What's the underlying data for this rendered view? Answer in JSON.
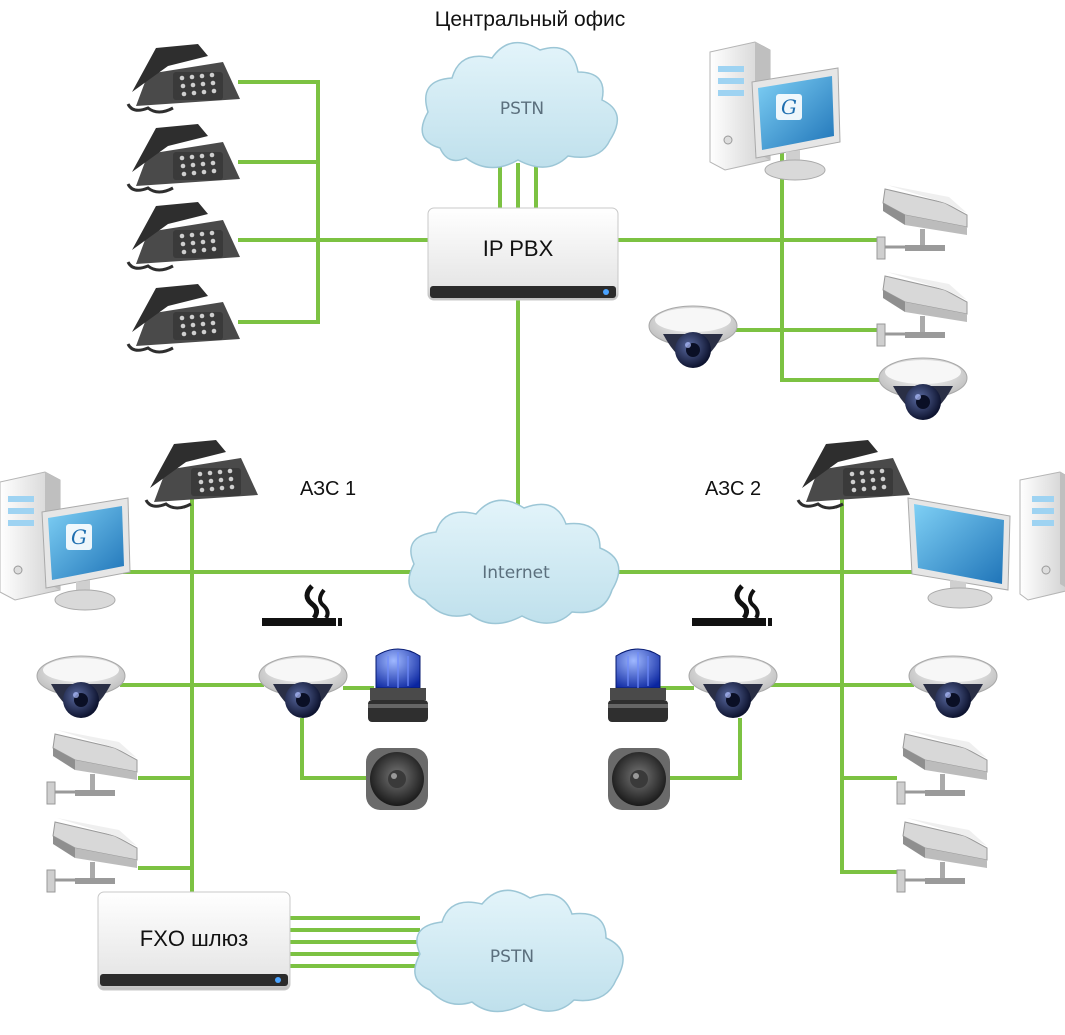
{
  "title": "Центральный офис",
  "sites": {
    "site1": "АЗС 1",
    "site2": "АЗС 2"
  },
  "devices": {
    "ip_pbx": "IP PBX",
    "fxo_gateway": "FXO шлюз"
  },
  "clouds": {
    "pstn_top": "PSTN",
    "internet": "Internet",
    "pstn_bottom": "PSTN"
  },
  "colors": {
    "link": "#7cc242",
    "cloud_fill": "#cfe9f2",
    "cloud_stroke": "#9cc6d6",
    "device_box": "#f4f4f4",
    "monitor_blue": "#2a8fd0"
  }
}
